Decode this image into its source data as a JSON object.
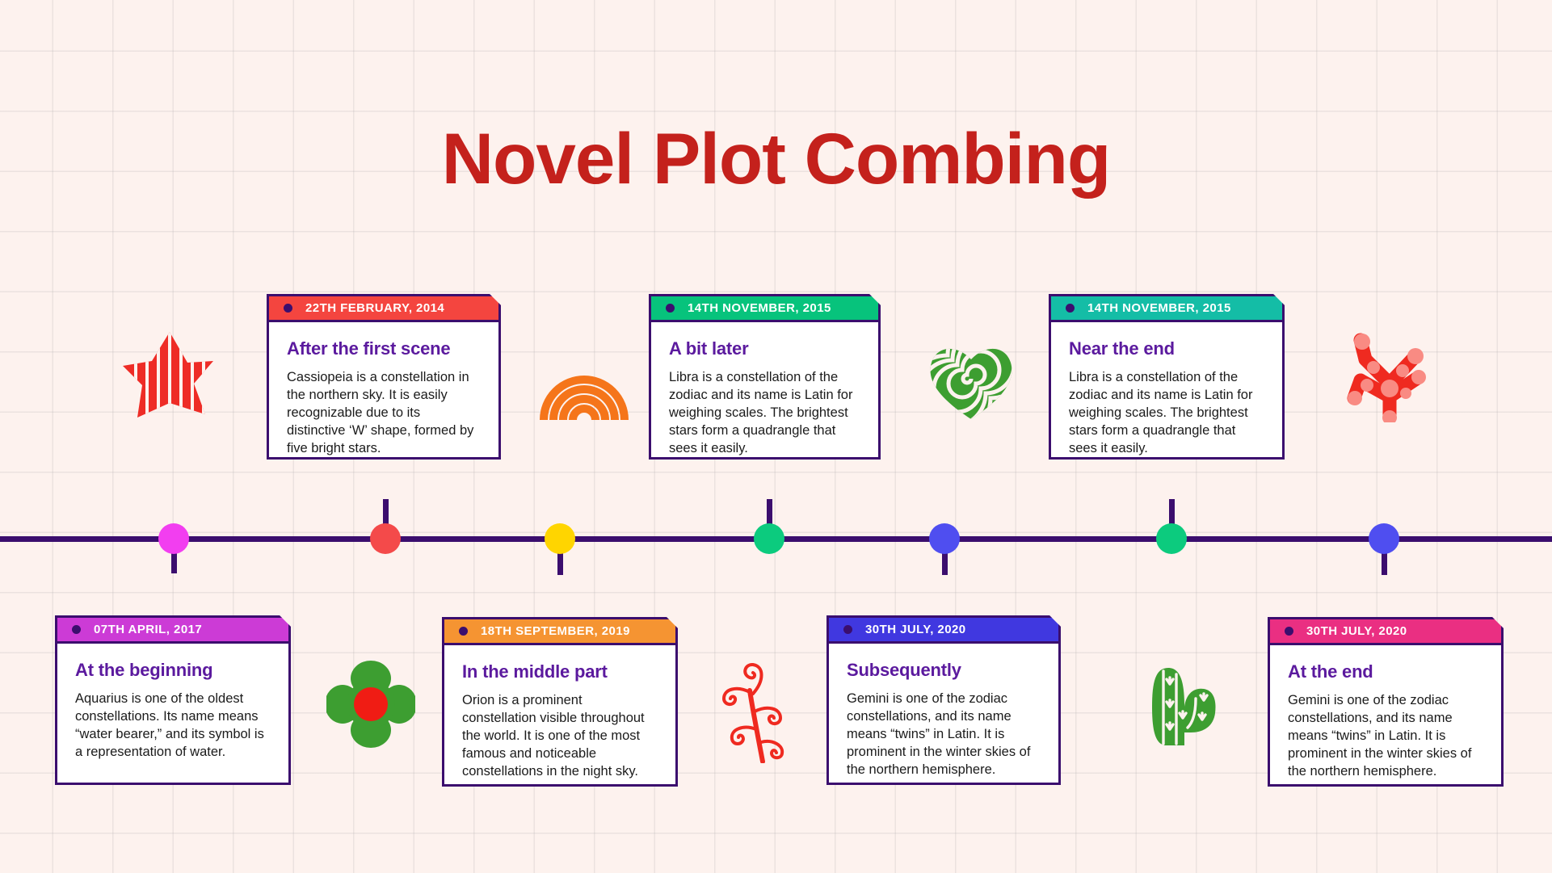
{
  "page": {
    "title": "Novel Plot Combing",
    "background_color": "#fdf2ee",
    "title_color": "#c4211c",
    "timeline_color": "#3b0e6e",
    "card_border_color": "#3b0e6e",
    "card_title_color": "#5b1a9e",
    "card_body_color": "#ffffff"
  },
  "timeline": {
    "nodes": [
      {
        "name": "node-1",
        "color": "#f23ef0",
        "direction": "down"
      },
      {
        "name": "node-2",
        "color": "#f44a4a",
        "direction": "up"
      },
      {
        "name": "node-3",
        "color": "#ffd500",
        "direction": "down"
      },
      {
        "name": "node-4",
        "color": "#0ccb7e",
        "direction": "up"
      },
      {
        "name": "node-5",
        "color": "#4f4ef0",
        "direction": "down"
      },
      {
        "name": "node-6",
        "color": "#0ccb7e",
        "direction": "up"
      },
      {
        "name": "node-7",
        "color": "#4f4ef0",
        "direction": "down"
      }
    ]
  },
  "cards_top": [
    {
      "date": "22TH FEBRUARY, 2014",
      "title": "After the first scene",
      "text": "Cassiopeia is a constellation in the northern sky. It is easily recognizable due to its distinctive ‘W’ shape, formed by five bright stars.",
      "accent": "#f4453f"
    },
    {
      "date": "14TH NOVEMBER, 2015",
      "title": "A bit later",
      "text": "Libra is a constellation of the zodiac and its name is Latin for weighing scales. The brightest stars form a quadrangle that sees it easily.",
      "accent": "#07c37c"
    },
    {
      "date": "14TH NOVEMBER, 2015",
      "title": "Near the end",
      "text": "Libra is a constellation of the zodiac and its name is Latin for weighing scales. The brightest stars form a quadrangle that sees it easily.",
      "accent": "#14bda6"
    }
  ],
  "cards_bottom": [
    {
      "date": "07TH APRIL, 2017",
      "title": "At the beginning",
      "text": "Aquarius is one of the oldest constellations. Its name means “water bearer,” and its symbol is a representation of water.",
      "accent": "#cc3bd6"
    },
    {
      "date": "18TH SEPTEMBER, 2019",
      "title": "In the middle part",
      "text": "Orion is a prominent constellation visible throughout the world. It is one of the most famous and noticeable constellations in the night sky.",
      "accent": "#f59432"
    },
    {
      "date": "30TH JULY, 2020",
      "title": "Subsequently",
      "text": "Gemini is one of the zodiac constellations, and its name means “twins” in Latin. It is prominent in the winter skies of the northern hemisphere.",
      "accent": "#4038e0"
    },
    {
      "date": "30TH JULY, 2020",
      "title": "At the end",
      "text": "Gemini is one of the zodiac constellations, and its name means “twins” in Latin. It is prominent in the winter skies of the northern hemisphere.",
      "accent": "#ea2f82"
    }
  ],
  "decorations": [
    {
      "name": "striped-star-decoration",
      "color": "#ee2c26"
    },
    {
      "name": "rainbow-arch-decoration",
      "color": "#f5751a"
    },
    {
      "name": "green-spiral-heart-decoration",
      "color": "#3d9e31"
    },
    {
      "name": "red-coral-decoration",
      "color": "#ef2a20"
    },
    {
      "name": "green-flower-decoration",
      "color": "#3d9e31"
    },
    {
      "name": "red-branch-decoration",
      "color": "#ef2a20"
    },
    {
      "name": "green-cactus-decoration",
      "color": "#3d9e31"
    }
  ]
}
